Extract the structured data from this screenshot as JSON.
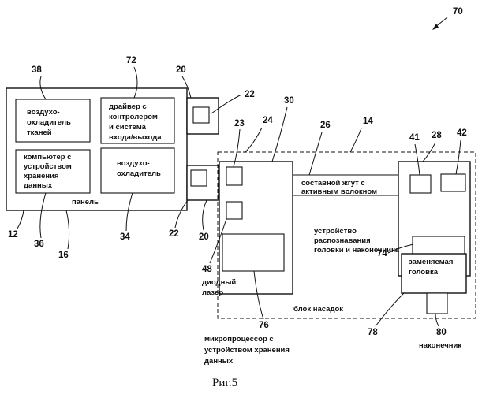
{
  "figure": {
    "number": "70",
    "caption": "Риг.5"
  },
  "panel": {
    "label": "панель",
    "ref": "12",
    "ref_16": "16",
    "tissue_cooler": {
      "lines": [
        "воздухо-",
        "охладитель",
        "тканей"
      ],
      "ref": "38"
    },
    "driver": {
      "lines": [
        "драйвер с",
        "контролером",
        "и система",
        "входа/выхода"
      ],
      "ref": "72"
    },
    "computer": {
      "lines": [
        "компьютер с",
        "устройством",
        "хранения",
        "данных"
      ],
      "ref": "36"
    },
    "air_cooler": {
      "lines": [
        "воздухо-",
        "охладитель"
      ],
      "ref": "34"
    }
  },
  "connectors": {
    "port_ref_20": "20",
    "port_ref_22": "22"
  },
  "laser_unit": {
    "ref_24": "24",
    "ref_30": "30",
    "ref_23": "23",
    "ref_48": "48",
    "diode_laser": [
      "диодный",
      "лазер"
    ],
    "micro_ref": "76",
    "microprocessor": [
      "микропроцессор с",
      "устройством хранения",
      "данных"
    ]
  },
  "harness": {
    "ref_26": "26",
    "ref_14": "14",
    "lines": [
      "составной жгут с",
      "активным волокном"
    ]
  },
  "handpiece": {
    "ref_41": "41",
    "ref_28": "28",
    "ref_42": "42",
    "ref_74": "74",
    "recognition": [
      "устройство",
      "распознавания",
      "головки и наконечника"
    ],
    "head": [
      "заменяемая",
      "головка"
    ],
    "ref_78": "78",
    "tip_ref": "80",
    "tip": "наконечник"
  },
  "nozzle_block": {
    "label": "блок насадок"
  }
}
